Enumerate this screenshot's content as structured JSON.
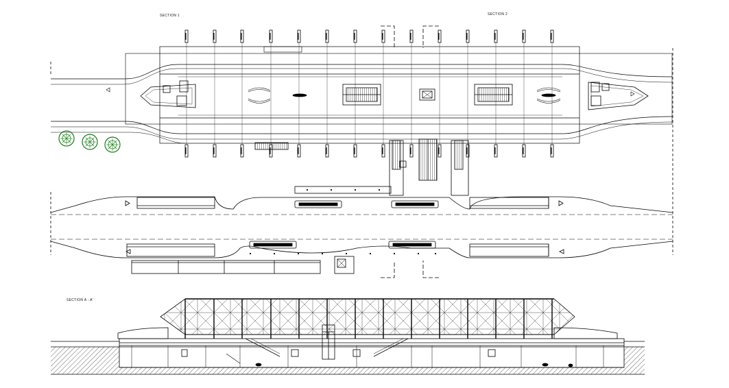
{
  "labels": {
    "section_1": "SECTION 1",
    "section_2": "SECTION 2",
    "section_a": "SECTION A - A'"
  },
  "colors": {
    "line": "#000000",
    "tree": "#1a7a1a",
    "background": "#ffffff"
  },
  "icons": [
    "tree-icon",
    "escalator-icon",
    "bus-icon",
    "direction-arrow-icon"
  ]
}
